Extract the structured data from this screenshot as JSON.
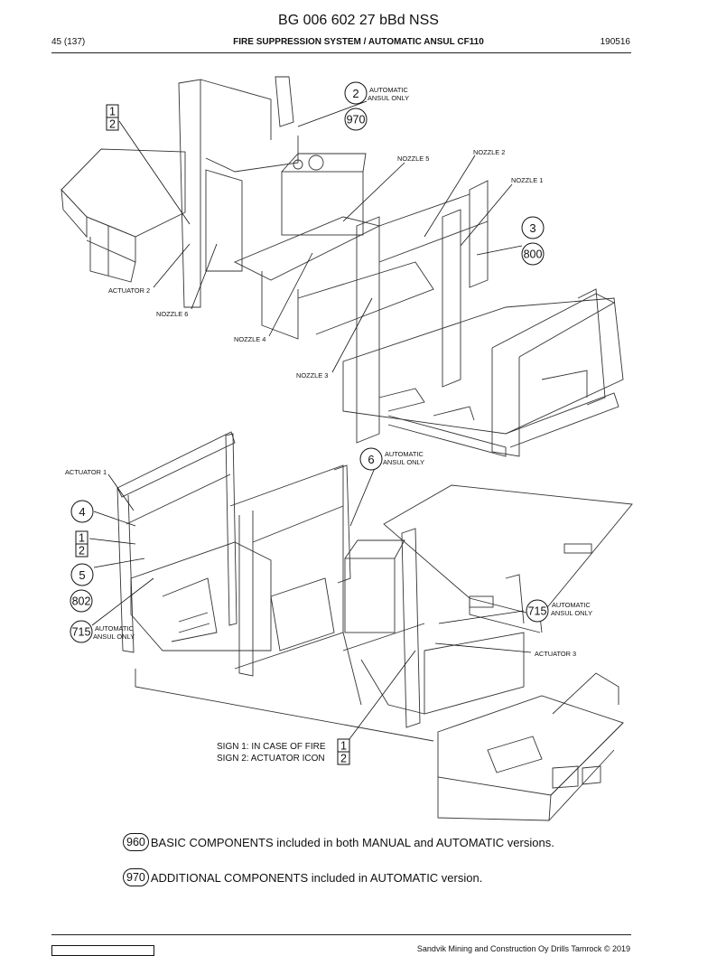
{
  "header": {
    "doc_title": "BG 006 602 27 bBd NSS",
    "page": "45 (137)",
    "section": "FIRE SUPPRESSION SYSTEM / AUTOMATIC ANSUL CF110",
    "date": "190516"
  },
  "top_view": {
    "callout_2": "2",
    "callout_2_label_l1": "AUTOMATIC",
    "callout_2_label_l2": "ANSUL ONLY",
    "callout_970": "970",
    "box_1": "1",
    "box_2": "2",
    "nozzle_5": "NOZZLE 5",
    "nozzle_2": "NOZZLE 2",
    "nozzle_1": "NOZZLE 1",
    "callout_3": "3",
    "callout_800": "800",
    "actuator_2": "ACTUATOR 2",
    "nozzle_6": "NOZZLE 6",
    "nozzle_4": "NOZZLE 4",
    "nozzle_3": "NOZZLE 3"
  },
  "bottom_view": {
    "callout_6": "6",
    "callout_6_label_l1": "AUTOMATIC",
    "callout_6_label_l2": "ANSUL ONLY",
    "actuator_1": "ACTUATOR 1",
    "callout_4": "4",
    "box_1": "1",
    "box_2": "2",
    "callout_5": "5",
    "callout_802": "802",
    "callout_715_left": "715",
    "callout_715_left_label_l1": "AUTOMATIC",
    "callout_715_left_label_l2": "ANSUL ONLY",
    "callout_715_right": "715",
    "callout_715_right_label_l1": "AUTOMATIC",
    "callout_715_right_label_l2": "ANSUL ONLY",
    "actuator_3": "ACTUATOR 3",
    "sign_1": "SIGN 1: IN CASE OF FIRE",
    "sign_1_box": "1",
    "sign_2": "SIGN 2: ACTUATOR ICON",
    "sign_2_box": "2"
  },
  "legend": [
    {
      "code": "960",
      "text": "BASIC COMPONENTS included in both MANUAL and AUTOMATIC versions."
    },
    {
      "code": "970",
      "text": "ADDITIONAL COMPONENTS included in AUTOMATIC version."
    }
  ],
  "footer": {
    "copyright": "Sandvik Mining and Construction Oy Drills Tamrock © 2019"
  }
}
